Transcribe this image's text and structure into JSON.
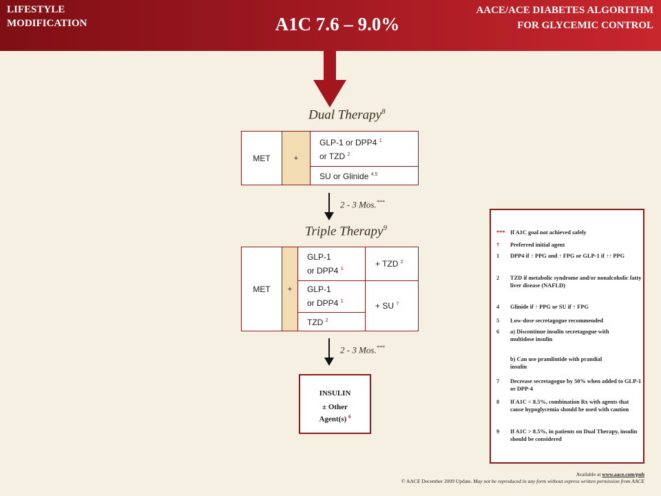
{
  "header": {
    "left_line1": "LIFESTYLE",
    "left_line2": "MODIFICATION",
    "title": "A1C 7.6 – 9.0%",
    "right_line1": "AACE/ACE DIABETES ALGORITHM",
    "right_line2": "FOR GLYCEMIC CONTROL",
    "band_color": "#9f1820"
  },
  "dual": {
    "heading": "Dual Therapy",
    "heading_sup": "8",
    "met": "MET",
    "plus": "+",
    "opt1_line1": "GLP-1 or DPP4",
    "opt1_sup1": "1",
    "opt1_line2": "or TZD",
    "opt1_sup2": "2",
    "opt2": "SU or Glinide",
    "opt2_sup": "4,5"
  },
  "interval1": {
    "text": "2 - 3 Mos.",
    "sup": "***"
  },
  "triple": {
    "heading": "Triple Therapy",
    "heading_sup": "9",
    "met": "MET",
    "plus": "+",
    "a_line1": "GLP-1",
    "a_line2": "or DPP4",
    "a_sup": "1",
    "a_add": "+ TZD",
    "a_add_sup": "2",
    "b_line1": "GLP-1",
    "b_line2": "or DPP4",
    "b_sup": "1",
    "b_add": "+ SU",
    "b_add_sup": "7",
    "c": "TZD",
    "c_sup": "2"
  },
  "interval2": {
    "text": "2 - 3 Mos.",
    "sup": "***"
  },
  "insulin": {
    "line1": "INSULIN",
    "line2": "± Other",
    "line3": "Agent(s)",
    "sup": "6"
  },
  "legend": [
    {
      "key": "***",
      "text": "If A1C goal not achieved safely"
    },
    {
      "key": "†",
      "text": "Preferred initial agent"
    },
    {
      "key": "1",
      "text": "DPP4 if ↑ PPG and ↑ FPG or GLP-1 if ↑↑ PPG"
    },
    {
      "key": "2",
      "text": "TZD if metabolic syndrome and/or nonalcoholic fatty liver disease (NAFLD)"
    },
    {
      "key": "4",
      "text": "Glinide if ↑ PPG or SU if ↑ FPG"
    },
    {
      "key": "5",
      "text": "Low-dose secretagogue recommended"
    },
    {
      "key": "6",
      "text": "a)   Discontinue insulin secretagogue with multidose insulin"
    },
    {
      "key": "",
      "text": "b)   Can use pramlintide with prandial insulin"
    },
    {
      "key": "7",
      "text": "Decrease secretagogue by 50% when added to GLP-1 or DPP-4"
    },
    {
      "key": "8",
      "text": "If A1C < 8.5%, combination Rx with agents that cause hypoglycemia should be used with caution"
    },
    {
      "key": "9",
      "text": " If A1C > 8.5%, in patients on Dual Therapy, insulin should be considered"
    }
  ],
  "footer": {
    "available_prefix": "Available at ",
    "url": "www.aace.com/pub",
    "copyright": "© AACE December 2009 Update.",
    "notice": "May not be reproduced in any form without express written permission from AACE"
  },
  "colors": {
    "accent": "#8b1a1a",
    "plus_fill": "#f2dcb4",
    "background": "#f6f0e2"
  }
}
